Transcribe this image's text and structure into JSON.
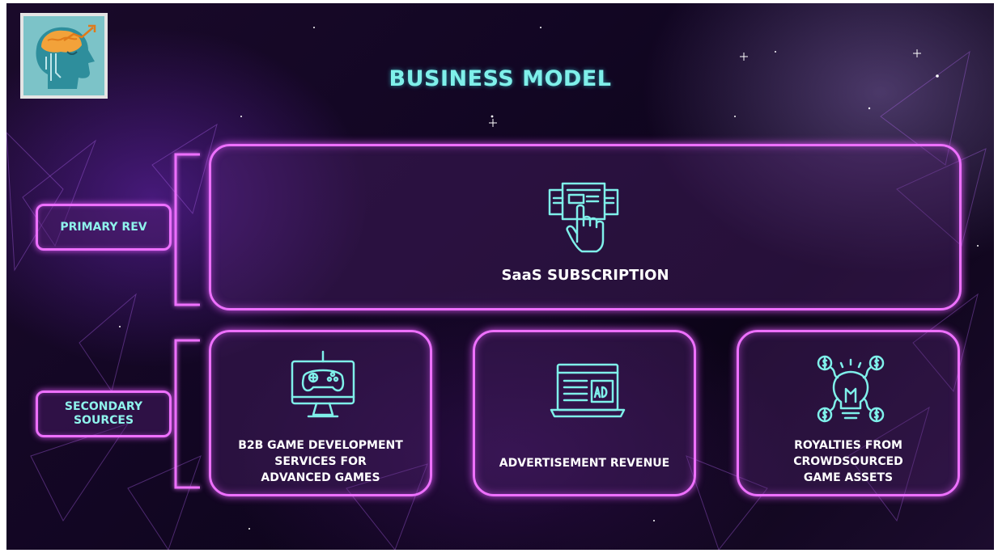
{
  "title": "BUSINESS MODEL",
  "tags": {
    "primary": "PRIMARY REV",
    "secondary_line1": "SECONDARY",
    "secondary_line2": "SOURCES"
  },
  "primary": {
    "label": "SaaS SUBSCRIPTION",
    "icon": "touchscreen-hand-icon"
  },
  "secondary": [
    {
      "line1": "B2B GAME DEVELOPMENT",
      "line2": "SERVICES FOR",
      "line3": "ADVANCED GAMES",
      "icon": "monitor-gamepad-icon"
    },
    {
      "line1": "ADVERTISEMENT REVENUE",
      "icon": "laptop-ad-icon"
    },
    {
      "line1": "ROYALTIES FROM",
      "line2": "CROWDSOURCED",
      "line3": "GAME ASSETS",
      "icon": "lightbulb-money-icon"
    }
  ],
  "colors": {
    "neon_pink": "#ee70ff",
    "cyan": "#7ff0ea",
    "background": "#140727"
  }
}
